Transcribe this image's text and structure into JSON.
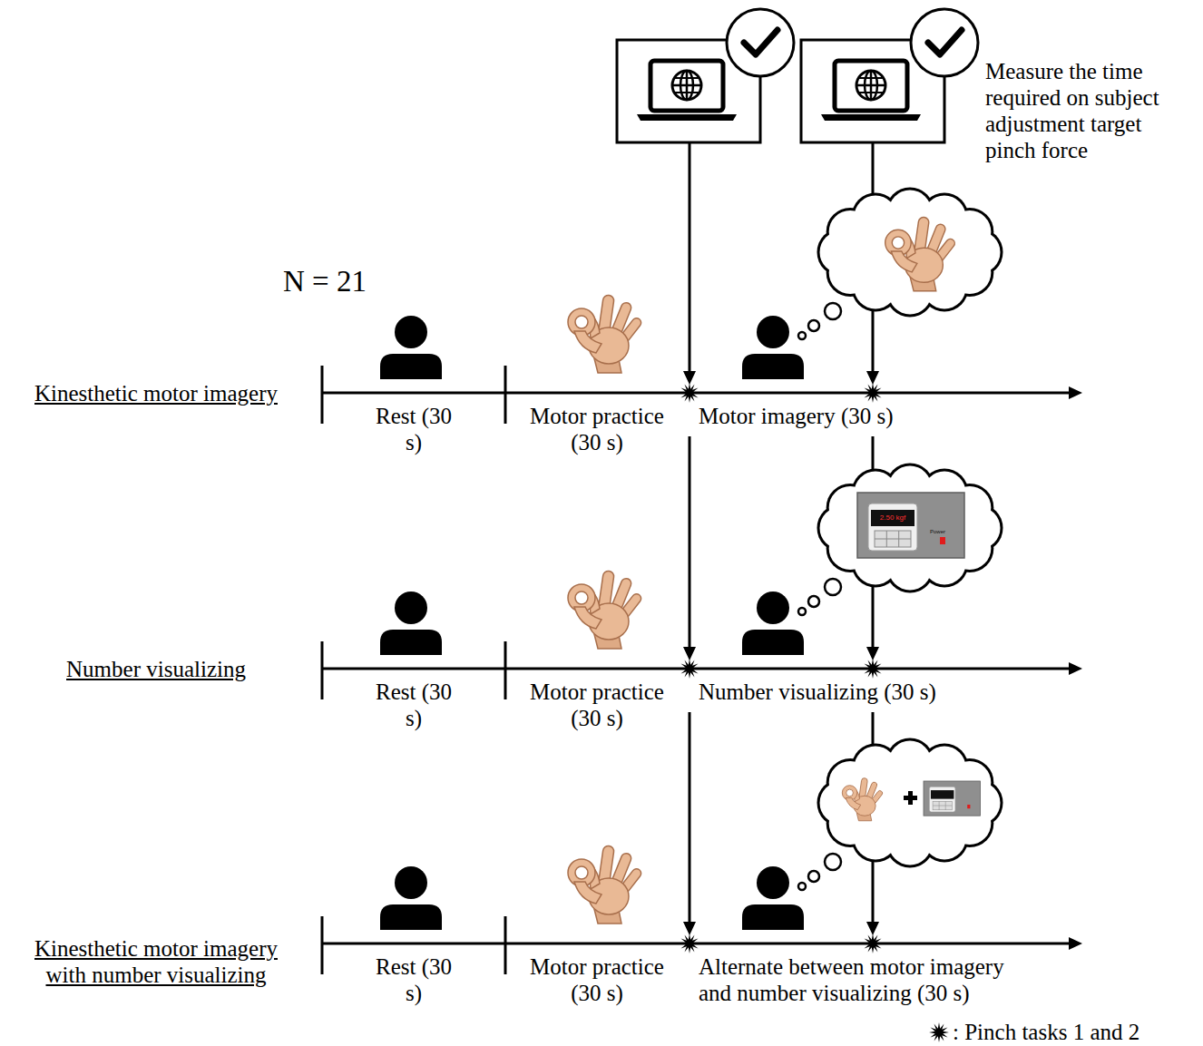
{
  "diagram": {
    "labels": [
      "Measure the time required on subject adjustment target pinch force",
      "N = 21",
      "Kinesthetic motor imagery",
      "Rest (30 s)",
      "Motor practice (30 s)",
      "Motor imagery (30 s)",
      "2.50 kgf",
      "Power",
      "Number visualizing",
      "Rest (30 s)",
      "Motor practice (30 s)",
      "Number visualizing (30 s)",
      "Kinesthetic motor imagery with number visualizing",
      "Rest (30 s)",
      "Motor practice (30 s)",
      "Alternate between motor imagery and number visualizing (30 s)"
    ],
    "legend": [
      {
        "text": ": Pinch tasks 1 and 2"
      }
    ]
  }
}
